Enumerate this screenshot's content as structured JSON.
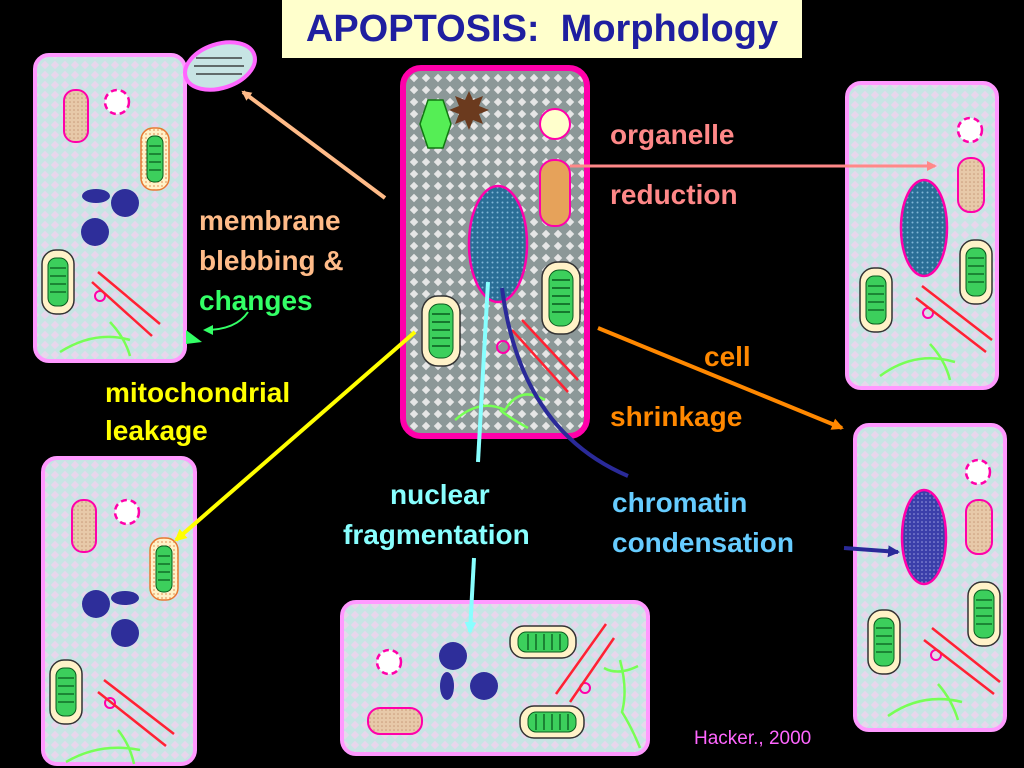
{
  "title": "APOPTOSIS:  Morphology",
  "labels": {
    "membrane_1": "membrane",
    "membrane_2": "blebbing &",
    "membrane_3": "changes",
    "mito_1": "mitochondrial",
    "mito_2": "leakage",
    "nuclear_1": "nuclear",
    "nuclear_2": "fragmentation",
    "organelle_1": "organelle",
    "organelle_2": "reduction",
    "cell_1": "cell",
    "cell_2": "shrinkage",
    "chromatin_1": "chromatin",
    "chromatin_2": "condensation"
  },
  "credit": "Hacker., 2000",
  "colors": {
    "background": "#000000",
    "title_bg": "#FFFFCC",
    "title_text": "#1F1FA0",
    "cell_fill": "#B8DCDC",
    "cell_border": "#FF99FF",
    "central_border": "#FF00AA",
    "membrane_label": "#FFBB88",
    "membrane_label_accent": "#33FF66",
    "mito_label": "#FFFF00",
    "nuclear_label": "#88FFFF",
    "organelle_label": "#FF8888",
    "cell_label": "#FF8800",
    "chromatin_label": "#66CCFF",
    "credit": "#FF66FF"
  }
}
